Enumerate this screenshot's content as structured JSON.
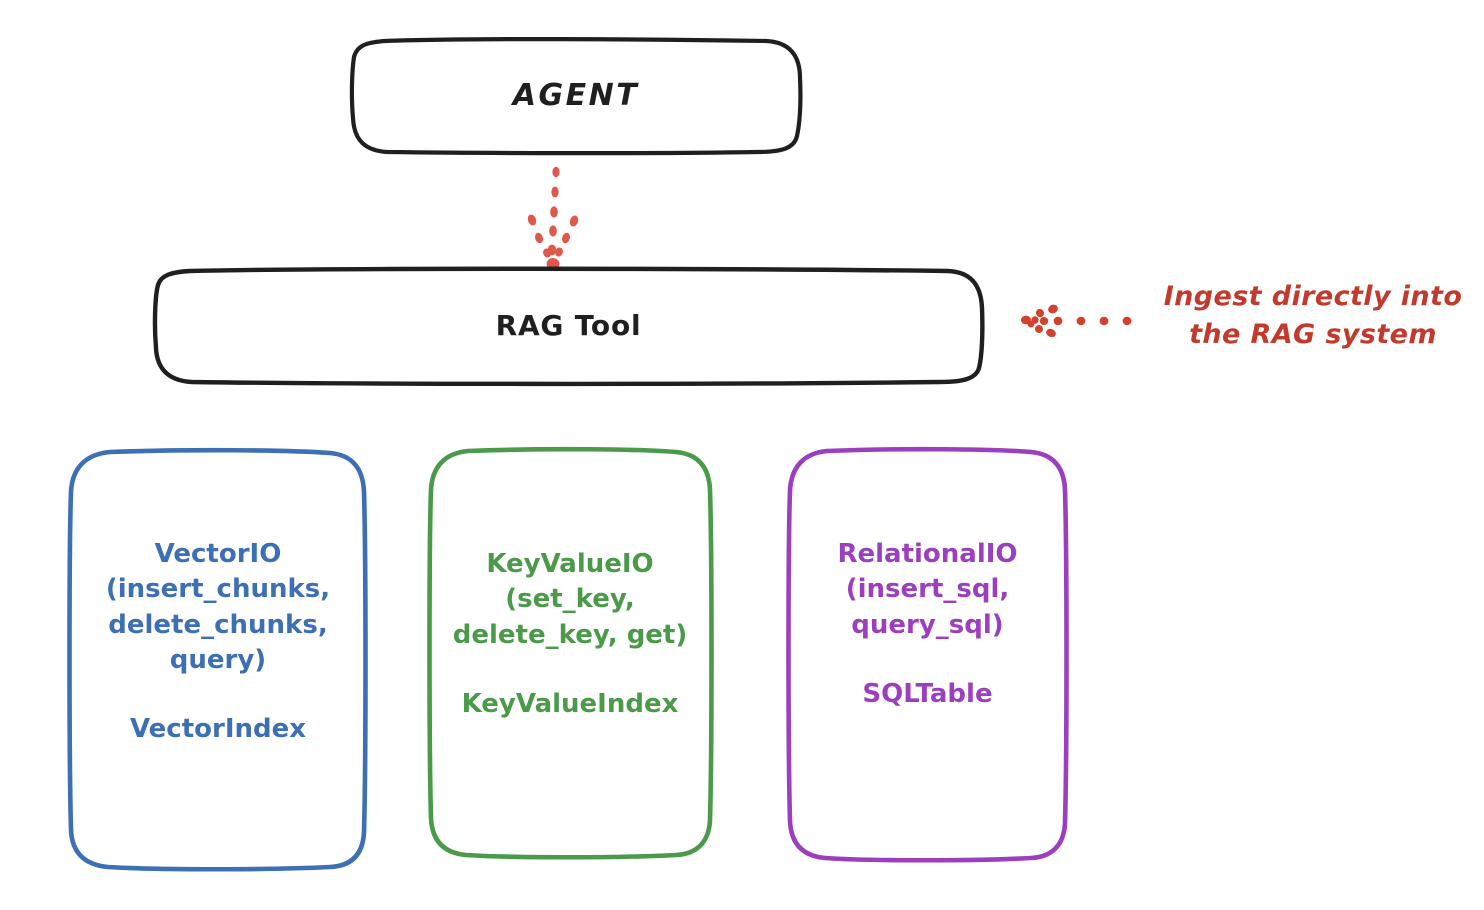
{
  "diagram": {
    "title_nodes": {
      "agent": {
        "label": "AGENT"
      },
      "rag_tool": {
        "label": "RAG Tool"
      }
    },
    "io_boxes": [
      {
        "name": "VectorIO",
        "api": "VectorIO\n(insert_chunks,\ndelete_chunks,\nquery)",
        "index": "VectorIndex",
        "color": "#3d6fb5"
      },
      {
        "name": "KeyValueIO",
        "api": "KeyValueIO\n(set_key,\ndelete_key, get)",
        "index": "KeyValueIndex",
        "color": "#4a9a4a"
      },
      {
        "name": "RelationalIO",
        "api": "RelationalIO\n(insert_sql,\nquery_sql)",
        "index": "SQLTable",
        "color": "#9c3fbe"
      }
    ],
    "annotation": {
      "text": "Ingest directly into\nthe RAG system",
      "color": "#c23a2e"
    },
    "connectors": {
      "agent_to_ragtool": {
        "style": "dotted-arrow-down",
        "color": "#e0574b"
      },
      "annotation_to_ragtool": {
        "style": "dotted-arrow-left",
        "color": "#d0412f"
      }
    },
    "colors": {
      "stroke_black": "#1f1f1f",
      "background": "#ffffff"
    }
  }
}
